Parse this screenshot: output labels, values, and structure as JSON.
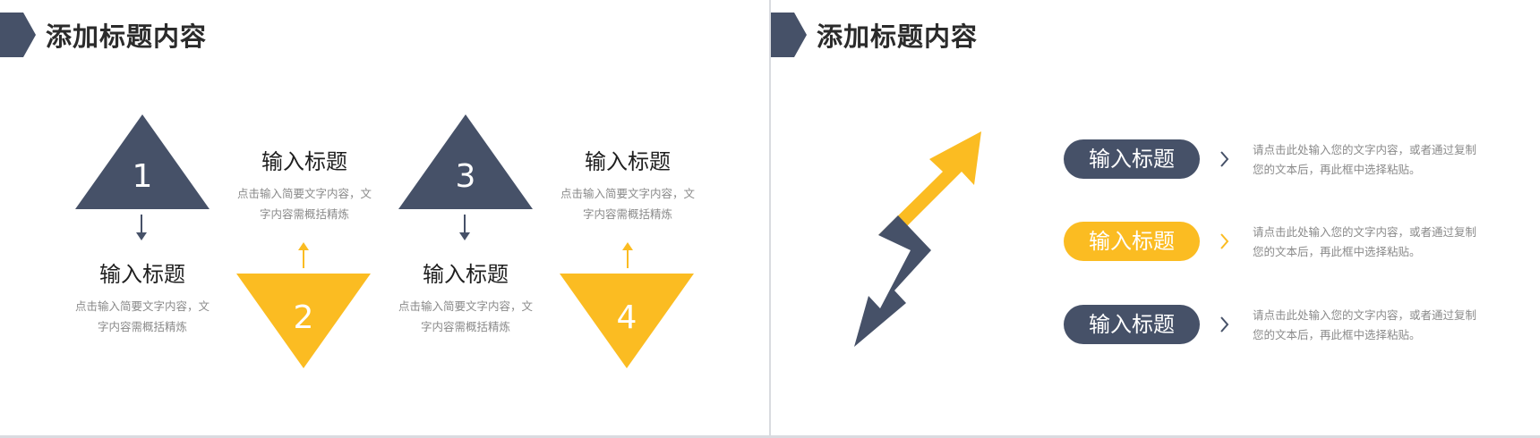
{
  "colors": {
    "navy": "#465168",
    "yellow": "#fbbc22",
    "text": "#1f1f1f",
    "muted": "#8a8a8a"
  },
  "slide1": {
    "title": "添加标题内容",
    "items": [
      {
        "number": "1",
        "title": "输入标题",
        "desc": "点击输入简要文字内容，文字内容需概括精炼",
        "color": "navy"
      },
      {
        "number": "2",
        "title": "输入标题",
        "desc": "点击输入简要文字内容，文字内容需概括精炼",
        "color": "yellow"
      },
      {
        "number": "3",
        "title": "输入标题",
        "desc": "点击输入简要文字内容，文字内容需概括精炼",
        "color": "navy"
      },
      {
        "number": "4",
        "title": "输入标题",
        "desc": "点击输入简要文字内容，文字内容需概括精炼",
        "color": "yellow"
      }
    ]
  },
  "slide2": {
    "title": "添加标题内容",
    "items": [
      {
        "label": "输入标题",
        "desc": "请点击此处输入您的文字内容，或者通过复制您的文本后，再此框中选择粘贴。",
        "color": "navy"
      },
      {
        "label": "输入标题",
        "desc": "请点击此处输入您的文字内容，或者通过复制您的文本后，再此框中选择粘贴。",
        "color": "yellow"
      },
      {
        "label": "输入标题",
        "desc": "请点击此处输入您的文字内容，或者通过复制您的文本后，再此框中选择粘贴。",
        "color": "navy"
      }
    ]
  }
}
